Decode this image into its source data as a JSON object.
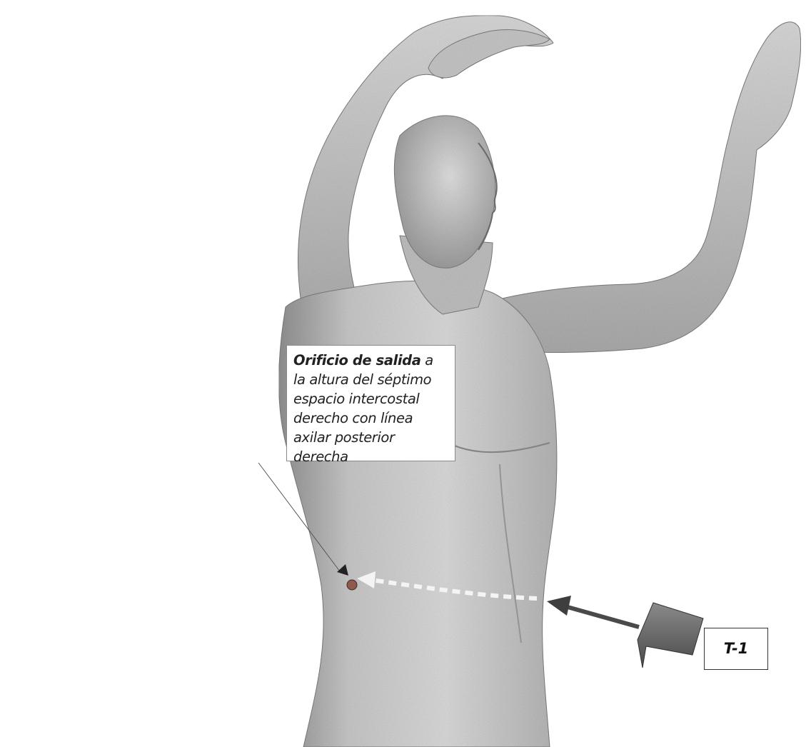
{
  "callout": {
    "bold_text": "Orificio de salida",
    "text": " a la altura del séptimo espacio intercostal derecho con línea axilar posterior derecha"
  },
  "entry_tag": {
    "label": "T-1"
  },
  "colors": {
    "skin": "#cfcfcf",
    "skin_shadow": "#9b9b9b",
    "exit_point": "#8f5a4c",
    "trajectory": "#f4f4f4",
    "arrow": "#505050"
  },
  "icons": [
    "exit-point-marker",
    "entry-arrow-icon",
    "trajectory-line"
  ]
}
